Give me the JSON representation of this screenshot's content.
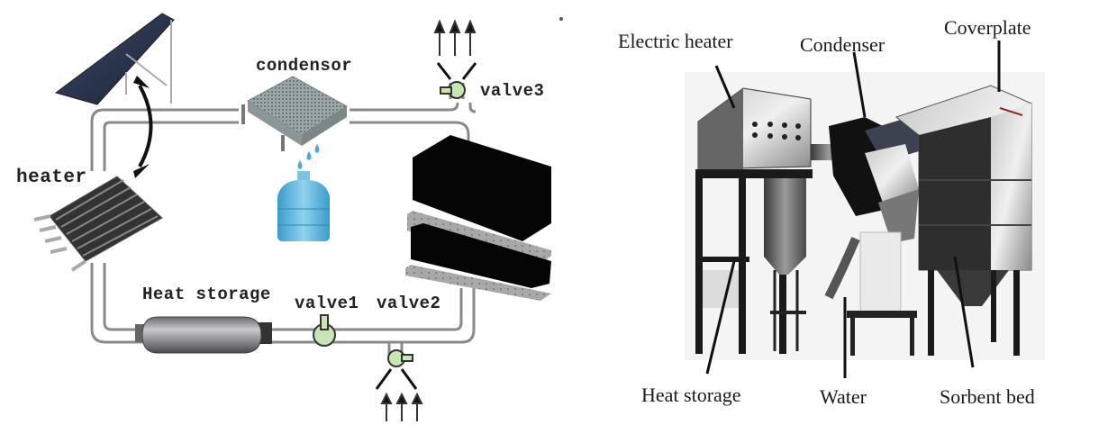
{
  "schematic": {
    "labels": {
      "condensor": "condensor",
      "heater": "heater",
      "heat_storage": "Heat storage",
      "valve1": "valve1",
      "valve2": "valve2",
      "valve3": "valve3"
    },
    "colors": {
      "valve_fill": "#c8e6b4",
      "pipe": "#8a8a8a",
      "sorbent": "#050505",
      "tray": "#a8a8a8",
      "water": "#5ab4dc"
    }
  },
  "photo": {
    "labels": {
      "electric_heater": "Electric heater",
      "condenser": "Condenser",
      "coverplate": "Coverplate",
      "heat_storage": "Heat storage",
      "water": "Water",
      "sorbent_bed": "Sorbent bed"
    }
  }
}
